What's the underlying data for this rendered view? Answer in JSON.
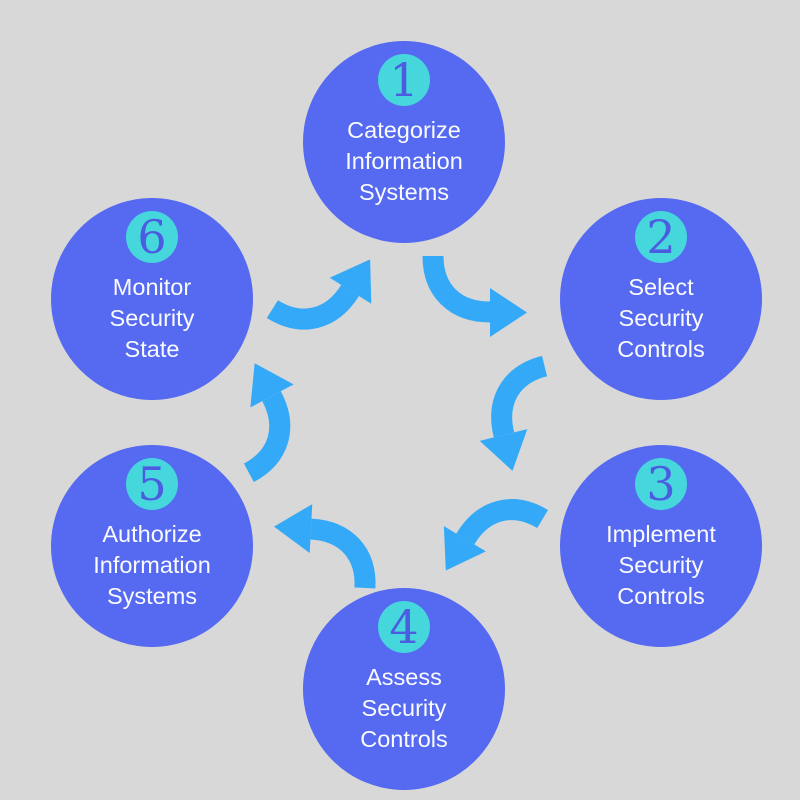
{
  "diagram": {
    "type": "cycle",
    "direction": "clockwise",
    "step_count": 6
  },
  "colors": {
    "background": "#D8D8D8",
    "circle_fill": "#5569F1",
    "badge_fill": "#46D7DC",
    "badge_number": "#4C5CE0",
    "label_text": "#FAFBFE",
    "arrow": "#33A9F7"
  },
  "steps": [
    {
      "number": "1",
      "label": "Categorize Information Systems",
      "lines": [
        "Categorize",
        "Information",
        "Systems"
      ]
    },
    {
      "number": "2",
      "label": "Select Security Controls",
      "lines": [
        "Select",
        "Security",
        "Controls"
      ]
    },
    {
      "number": "3",
      "label": "Implement Security Controls",
      "lines": [
        "Implement",
        "Security",
        "Controls"
      ]
    },
    {
      "number": "4",
      "label": "Assess Security Controls",
      "lines": [
        "Assess",
        "Security",
        "Controls"
      ]
    },
    {
      "number": "5",
      "label": "Authorize Information Systems",
      "lines": [
        "Authorize",
        "Information",
        "Systems"
      ]
    },
    {
      "number": "6",
      "label": "Monitor Security State",
      "lines": [
        "Monitor",
        "Security",
        "State"
      ]
    }
  ],
  "flow": {
    "arrows": [
      {
        "from": "1",
        "to": "2"
      },
      {
        "from": "2",
        "to": "3"
      },
      {
        "from": "3",
        "to": "4"
      },
      {
        "from": "4",
        "to": "5"
      },
      {
        "from": "5",
        "to": "6"
      },
      {
        "from": "6",
        "to": "1"
      }
    ]
  }
}
